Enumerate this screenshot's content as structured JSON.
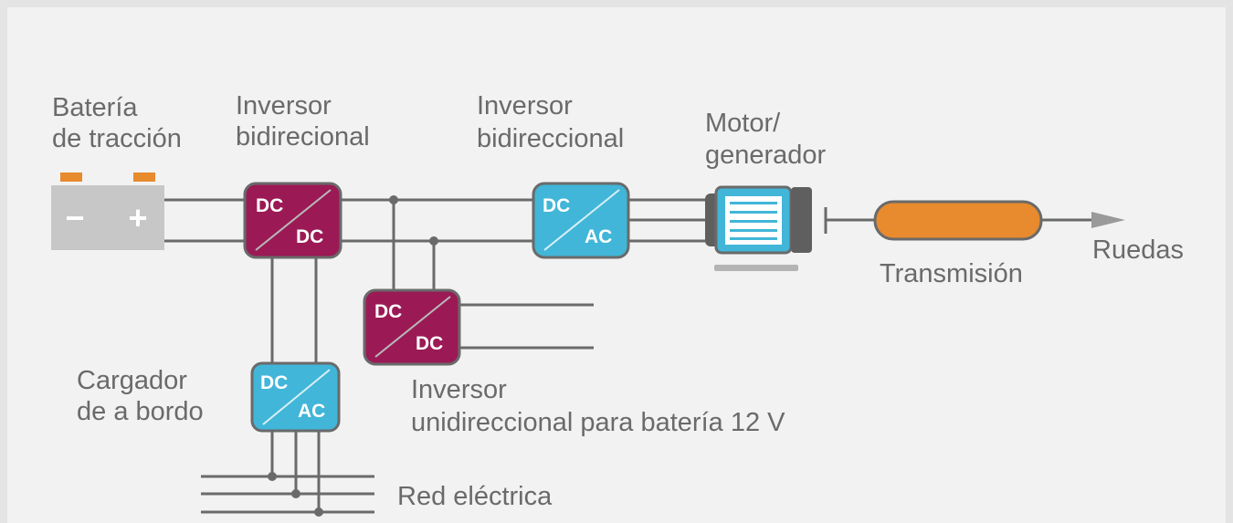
{
  "labels": {
    "battery_line1": "Batería",
    "battery_line2": "de tracción",
    "inv1_line1": "Inversor",
    "inv1_line2": "bidirecional",
    "inv2_line1": "Inversor",
    "inv2_line2": "bidireccional",
    "motor_line1": "Motor/",
    "motor_line2": "generador",
    "wheels": "Ruedas",
    "transmission": "Transmisión",
    "charger_line1": "Cargador",
    "charger_line2": "de a bordo",
    "inv12_line1": "Inversor",
    "inv12_line2": "unidireccional para batería 12 V",
    "grid": "Red eléctrica"
  },
  "battery": {
    "minus": "−",
    "plus": "+"
  },
  "converters": {
    "dcdc_main": {
      "in": "DC",
      "out": "DC"
    },
    "dcac_main": {
      "in": "DC",
      "out": "AC"
    },
    "dcdc_12v": {
      "in": "DC",
      "out": "DC"
    },
    "dcac_charger": {
      "in": "DC",
      "out": "AC"
    }
  },
  "colors": {
    "battery": "#c7c7c7",
    "battery_terminals": "#e88a2e",
    "dcdc": "#9b1a55",
    "dcac": "#41b6d8",
    "motor": "#41b6d8",
    "transmission": "#e88a2e",
    "lines": "#6a6a6a"
  }
}
